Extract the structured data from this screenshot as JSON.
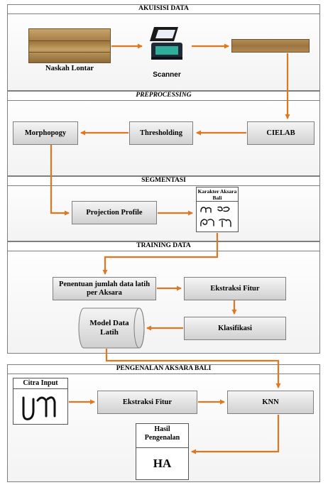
{
  "sections": {
    "akuisisi": "AKUISISI DATA",
    "preprocessing": "PREPROCESSING",
    "segmentasi": "SEGMENTASI",
    "training": "TRAINING DATA",
    "pengenalan": "PENGENALAN AKSARA BALI"
  },
  "akuisisi": {
    "naskah_lontar": "Naskah Lontar",
    "scanner": "Scanner"
  },
  "preprocessing": {
    "cielab": "CIELAB",
    "thresholding": "Thresholding",
    "morphology": "Morphopogy"
  },
  "segmentasi": {
    "projection_profile": "Projection Profile",
    "karakter_title": "Karakter Aksara Bali"
  },
  "training": {
    "penentuan": "Penentuan jumlah data latih per Aksara",
    "ekstraksi": "Ekstraksi Fitur",
    "klasifikasi": "Klasifikasi",
    "model": "Model Data Latih"
  },
  "pengenalan": {
    "citra_input": "Citra Input",
    "ekstraksi": "Ekstraksi Fitur",
    "knn": "KNN",
    "hasil_title": "Hasil Pengenalan",
    "hasil_value": "HA"
  },
  "colors": {
    "arrow": "#e0761f",
    "border": "#7f7f7f",
    "lontar": "#b08a52"
  }
}
